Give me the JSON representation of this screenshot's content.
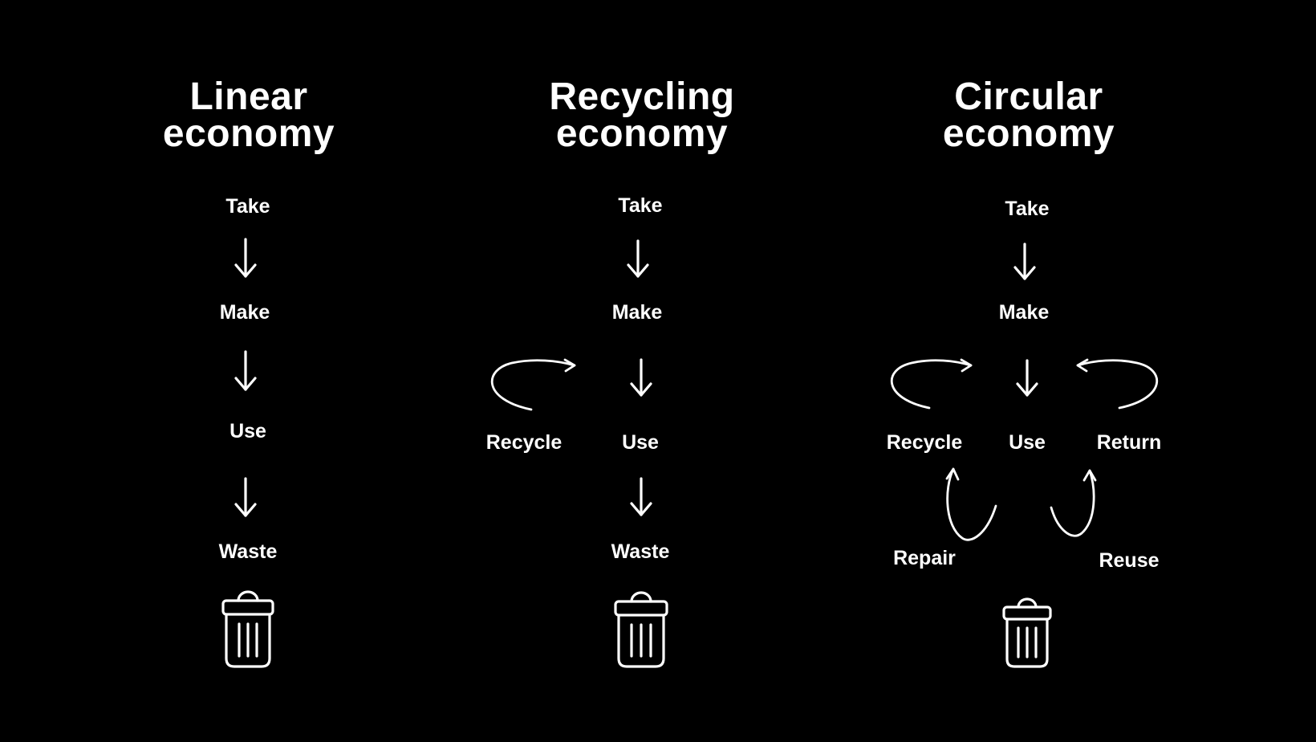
{
  "linear": {
    "title_line1": "Linear",
    "title_line2": "economy",
    "take": "Take",
    "make": "Make",
    "use": "Use",
    "waste": "Waste"
  },
  "recycling": {
    "title_line1": "Recycling",
    "title_line2": "economy",
    "take": "Take",
    "make": "Make",
    "recycle": "Recycle",
    "use": "Use",
    "waste": "Waste"
  },
  "circular": {
    "title_line1": "Circular",
    "title_line2": "economy",
    "take": "Take",
    "make": "Make",
    "recycle": "Recycle",
    "use": "Use",
    "return": "Return",
    "repair": "Repair",
    "reuse": "Reuse"
  },
  "colors": {
    "background": "#000000",
    "foreground": "#ffffff"
  },
  "icons": [
    "arrow-down-icon",
    "curved-arrow-icon",
    "trash-can-icon"
  ]
}
